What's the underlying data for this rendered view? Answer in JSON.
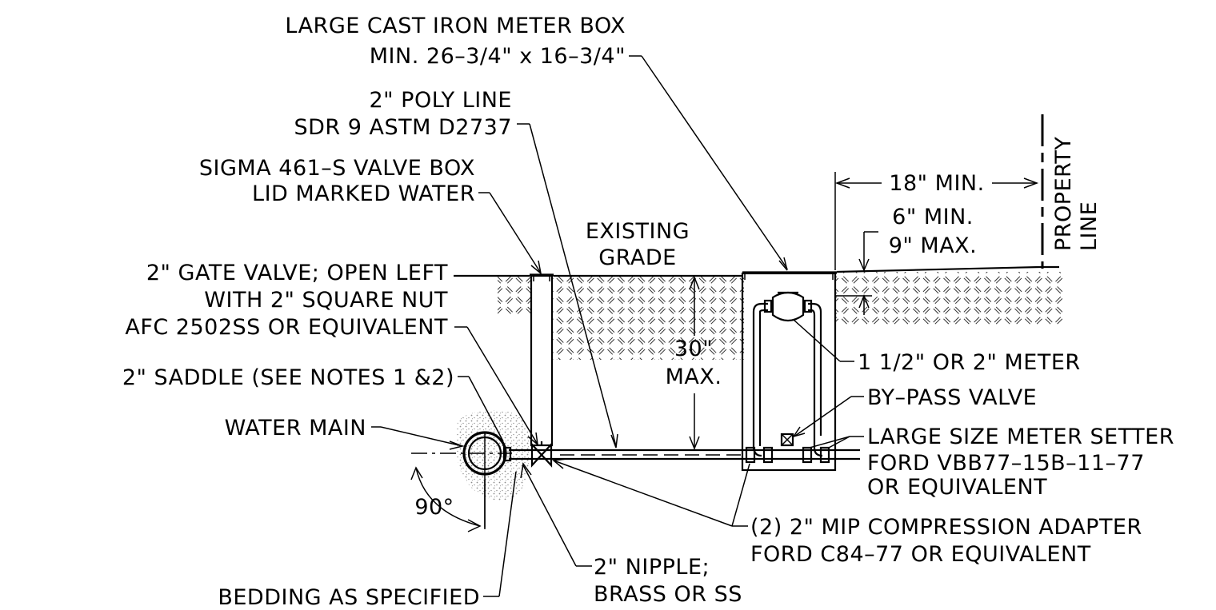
{
  "labels": {
    "meter_box_1": "LARGE CAST IRON METER BOX",
    "meter_box_2": "MIN. 26–3/4\" x 16–3/4\"",
    "poly_1": "2\" POLY LINE",
    "poly_2": "SDR 9 ASTM D2737",
    "valve_box_1": "SIGMA 461–S VALVE BOX",
    "valve_box_2": "LID MARKED WATER",
    "grade_1": "EXISTING",
    "grade_2": "GRADE",
    "gate_1": "2\" GATE VALVE; OPEN LEFT",
    "gate_2": "WITH 2\" SQUARE NUT",
    "gate_3": "AFC 2502SS OR EQUIVALENT",
    "saddle": "2\" SADDLE (SEE NOTES 1 &2)",
    "main": "WATER MAIN",
    "angle": "90°",
    "bedding": "BEDDING AS SPECIFIED",
    "nipple_1": "2\" NIPPLE;",
    "nipple_2": "BRASS OR SS",
    "adapter_1": "(2) 2\" MIP COMPRESSION ADAPTER",
    "adapter_2": "FORD C84–77 OR EQUIVALENT",
    "setter_1": "LARGE SIZE METER SETTER",
    "setter_2": "FORD VBB77–15B–11–77",
    "setter_3": "OR EQUIVALENT",
    "bypass": "BY–PASS VALVE",
    "meter": "1 1/2\" OR 2\" METER",
    "depth_1": "30\"",
    "depth_2": "MAX.",
    "min18": "18\" MIN.",
    "min6": "6\" MIN.",
    "max9": "9\" MAX.",
    "prop_1": "PROPERTY",
    "prop_2": "LINE"
  },
  "colors": {
    "line": "#000000",
    "background": "#ffffff",
    "bedding": "#9a9a9a"
  }
}
